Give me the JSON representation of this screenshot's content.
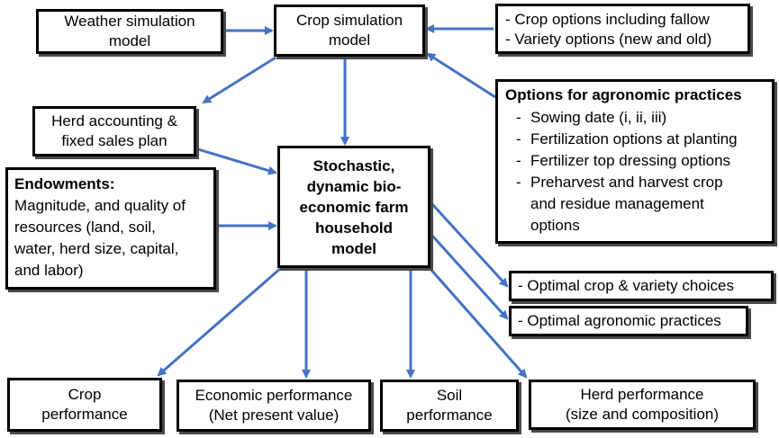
{
  "nodes": {
    "weather": {
      "lines": [
        "Weather simulation",
        "model"
      ]
    },
    "crop_sim": {
      "lines": [
        "Crop simulation",
        "model"
      ]
    },
    "crop_options": {
      "items": [
        "- Crop options including fallow",
        "- Variety options (new and old)"
      ]
    },
    "herd_accounting": {
      "lines": [
        "Herd accounting &",
        "fixed sales plan"
      ]
    },
    "agronomic": {
      "title": "Options for agronomic practices",
      "items": [
        "Sowing date (i, ii, iii)",
        "Fertilization options at planting",
        "Fertilizer top dressing options",
        "Preharvest and harvest crop and residue management options"
      ]
    },
    "endowments": {
      "title": "Endowments:",
      "lines": [
        "Magnitude, and quality of",
        "resources (land, soil,",
        "water, herd size, capital,",
        "and labor)"
      ]
    },
    "model": {
      "lines": [
        "Stochastic,",
        "dynamic bio-",
        "economic farm",
        "household",
        "model"
      ]
    },
    "optimal_crop": {
      "text": "- Optimal crop & variety choices"
    },
    "optimal_agro": {
      "text": "- Optimal agronomic practices"
    },
    "crop_perf": {
      "lines": [
        "Crop",
        "performance"
      ]
    },
    "econ_perf": {
      "lines": [
        "Economic performance",
        "(Net present value)"
      ]
    },
    "soil_perf": {
      "lines": [
        "Soil",
        "performance"
      ]
    },
    "herd_perf": {
      "lines": [
        "Herd performance",
        "(size and composition)"
      ]
    }
  },
  "colors": {
    "arrow": "#4472c4",
    "border": "#000000",
    "shadow": "#4a4a4a"
  }
}
